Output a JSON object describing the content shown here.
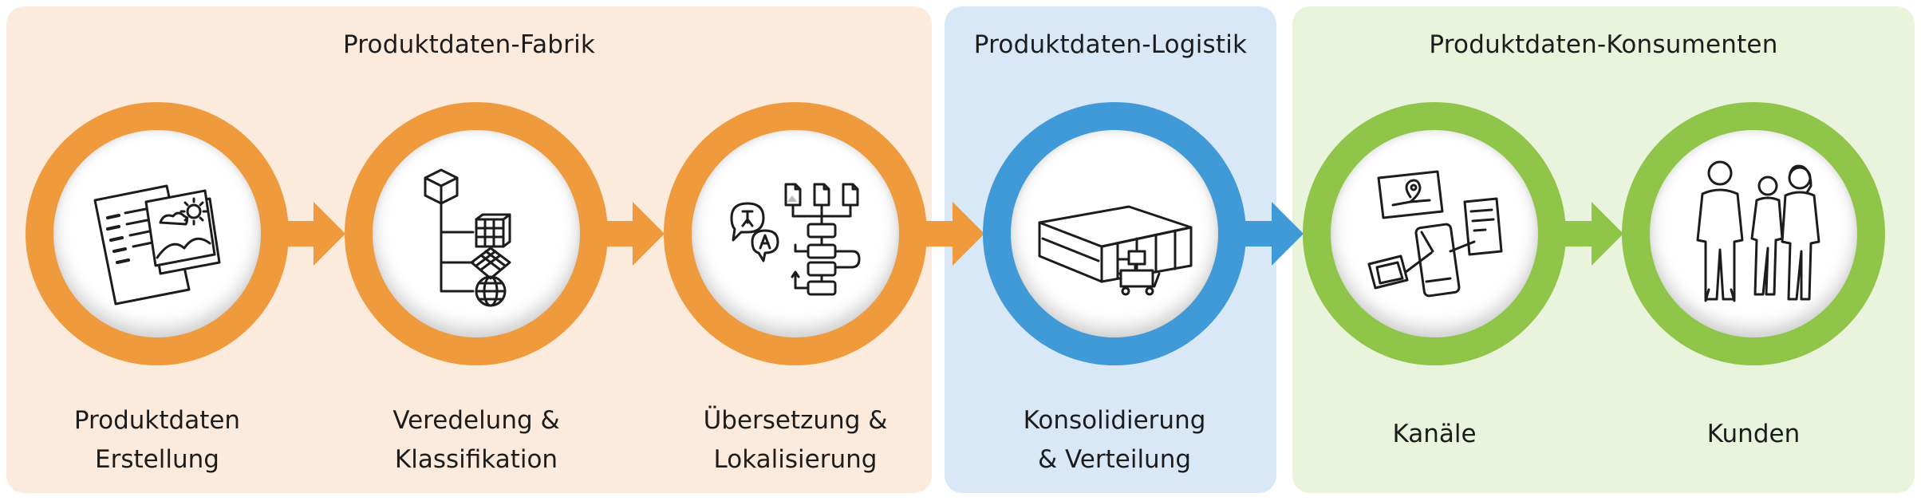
{
  "panels": {
    "fabrik": {
      "title": "Produktdaten-Fabrik",
      "color": "#fcebdc"
    },
    "logistik": {
      "title": "Produktdaten-Logistik",
      "color": "#d8e8f7"
    },
    "konsumenten": {
      "title": "Produktdaten-Konsumenten",
      "color": "#eaf4dc"
    }
  },
  "stages": [
    {
      "line1": "Produktdaten",
      "line2": "Erstellung",
      "icon": "documents-photo-icon",
      "color": "#ef9a3d"
    },
    {
      "line1": "Veredelung &",
      "line2": "Klassifikation",
      "icon": "classification-tree-icon",
      "color": "#ef9a3d"
    },
    {
      "line1": "Übersetzung &",
      "line2": "Lokalisierung",
      "icon": "translation-flow-icon",
      "color": "#ef9a3d"
    },
    {
      "line1": "Konsolidierung",
      "line2": "& Verteilung",
      "icon": "warehouse-icon",
      "color": "#3f9ad7"
    },
    {
      "line1": "Kanäle",
      "line2": "",
      "icon": "channels-phone-icon",
      "color": "#8fc64a"
    },
    {
      "line1": "Kunden",
      "line2": "",
      "icon": "customers-people-icon",
      "color": "#8fc64a"
    }
  ]
}
